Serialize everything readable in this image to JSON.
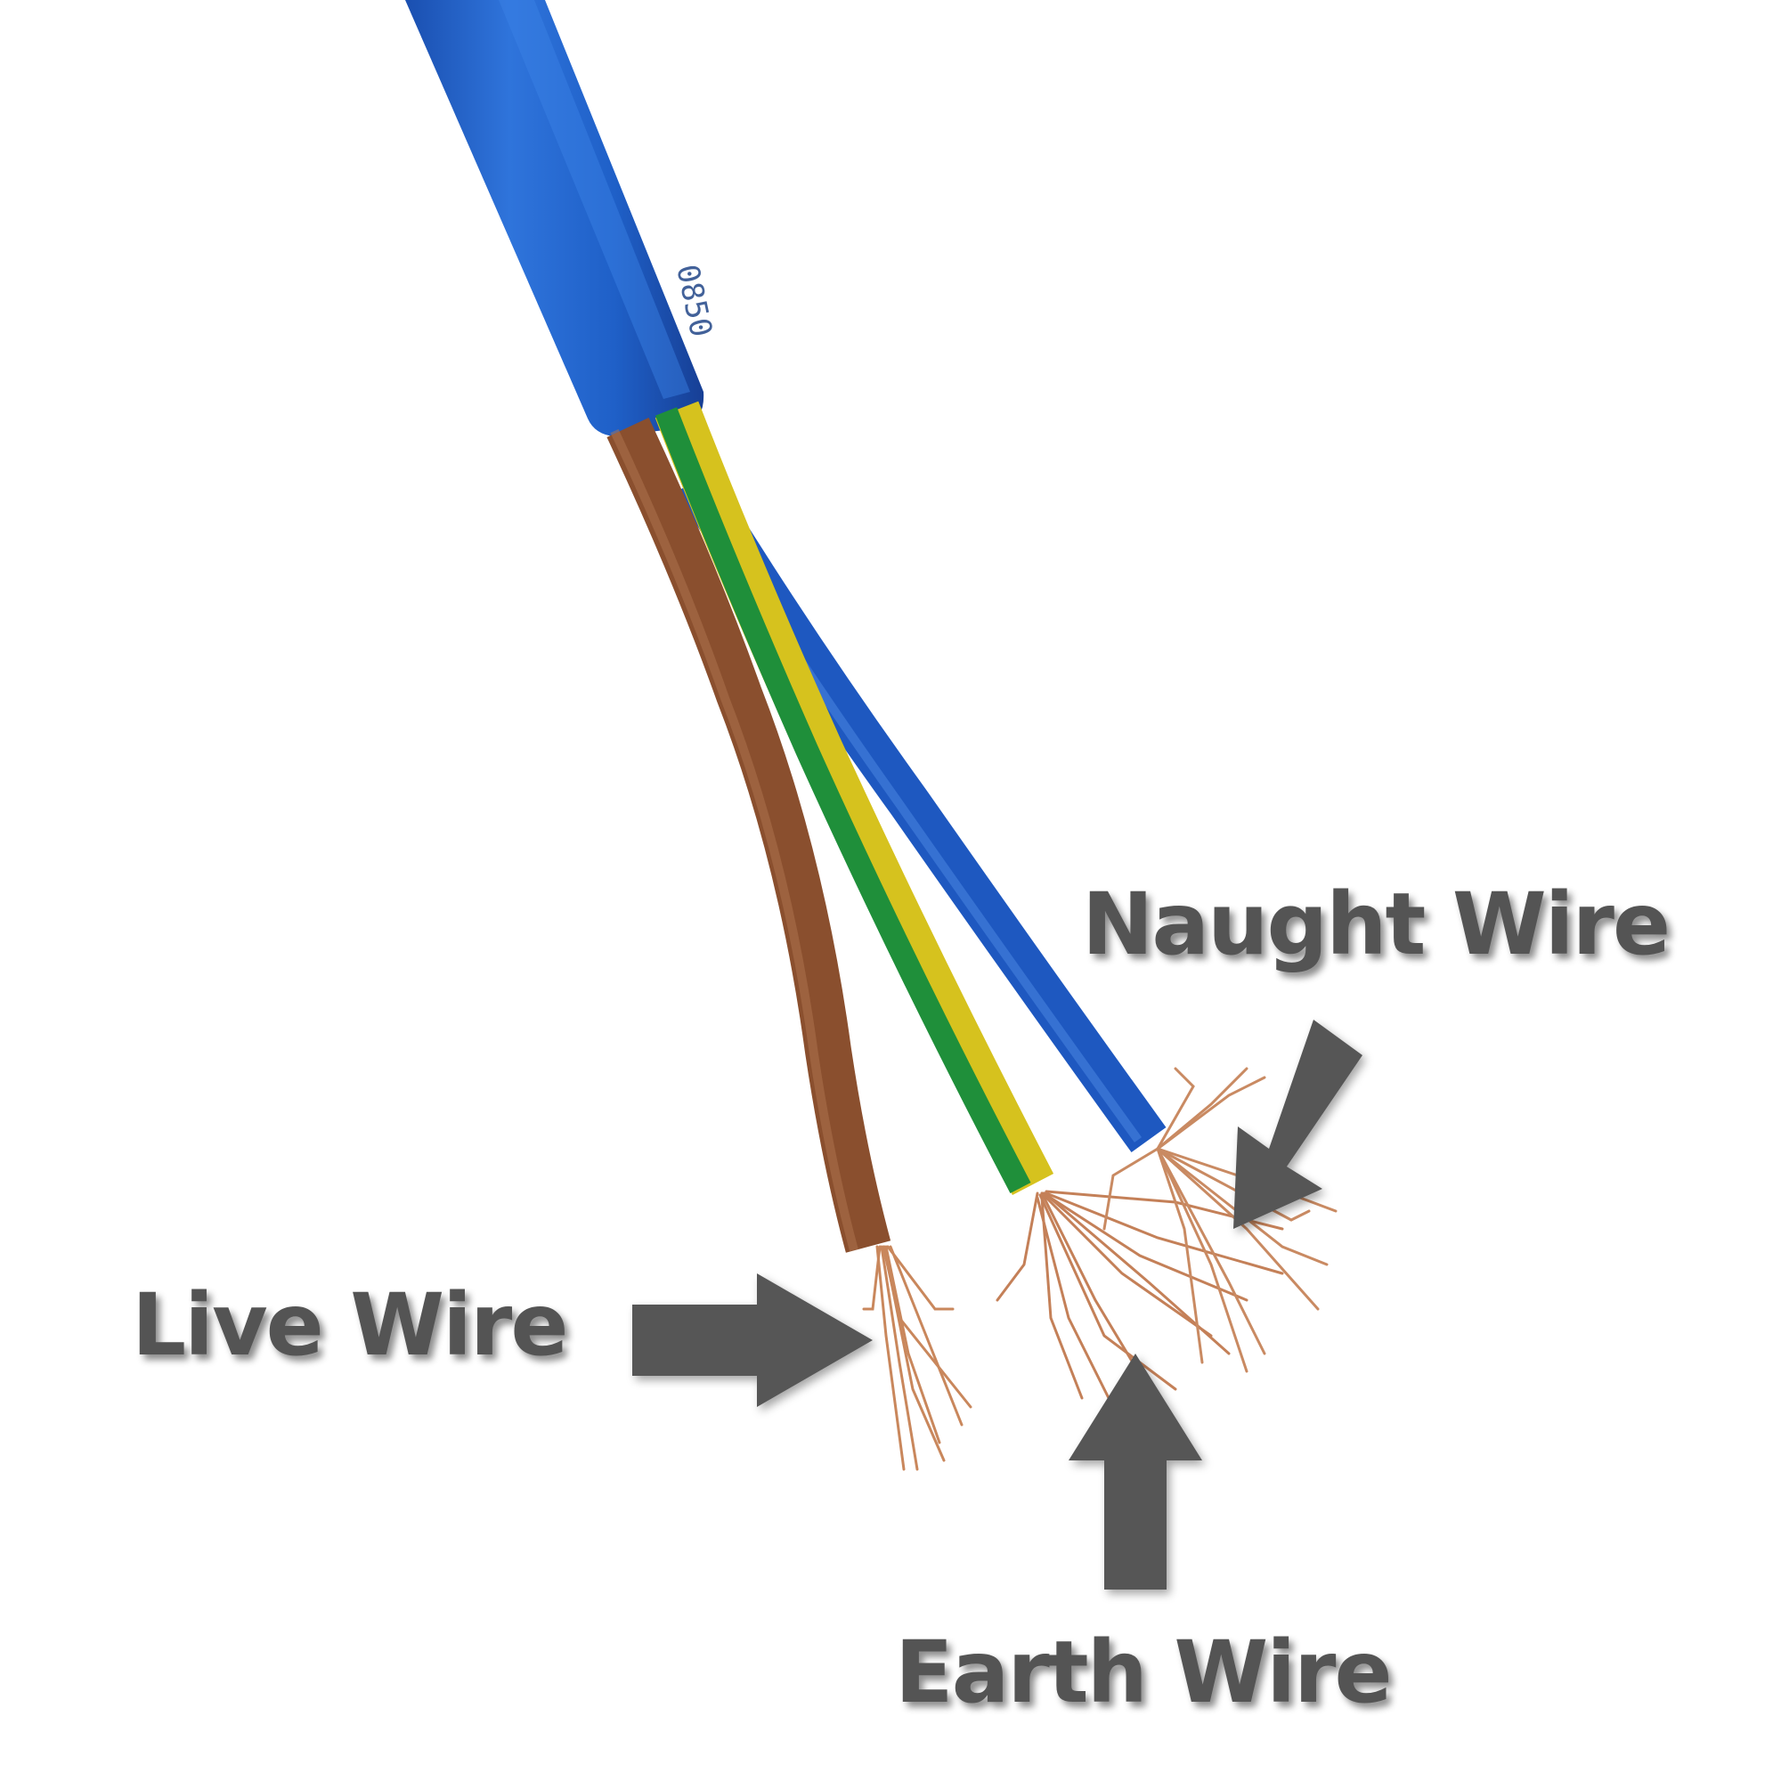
{
  "labels": {
    "naught": "Naught Wire",
    "live": "Live Wire",
    "earth": "Earth Wire"
  },
  "sheath_print": "0850",
  "colors": {
    "background": "#ffffff",
    "label_text": "#545454",
    "arrow": "#565656",
    "outer_sheath": "#1f5fc4",
    "live_insulation": "#8a4f2e",
    "earth_green": "#1f8f3a",
    "earth_yellow": "#d6c21e",
    "neutral_insulation": "#1e58c0",
    "copper": "#c9875c"
  }
}
